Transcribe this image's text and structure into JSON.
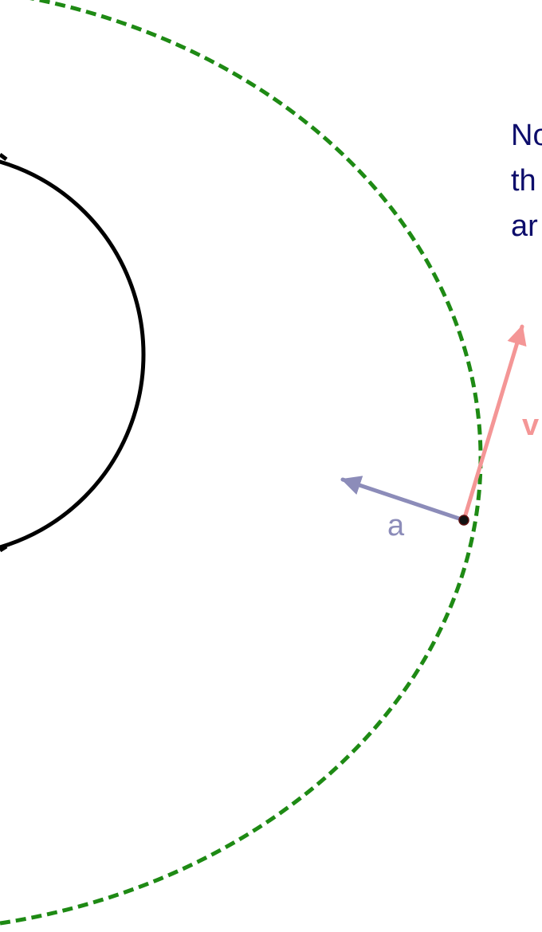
{
  "note": {
    "line1": "No",
    "line2": "th",
    "line3": "ar"
  },
  "labels": {
    "acceleration": "a",
    "velocity": "v"
  },
  "colors": {
    "background": "#ffffff",
    "orbit": "#1e8a14",
    "planet": "#000000",
    "acceleration": "#8c8cb9",
    "velocity": "#f49696",
    "note_text": "#0d0d6b",
    "body": "#111111"
  }
}
